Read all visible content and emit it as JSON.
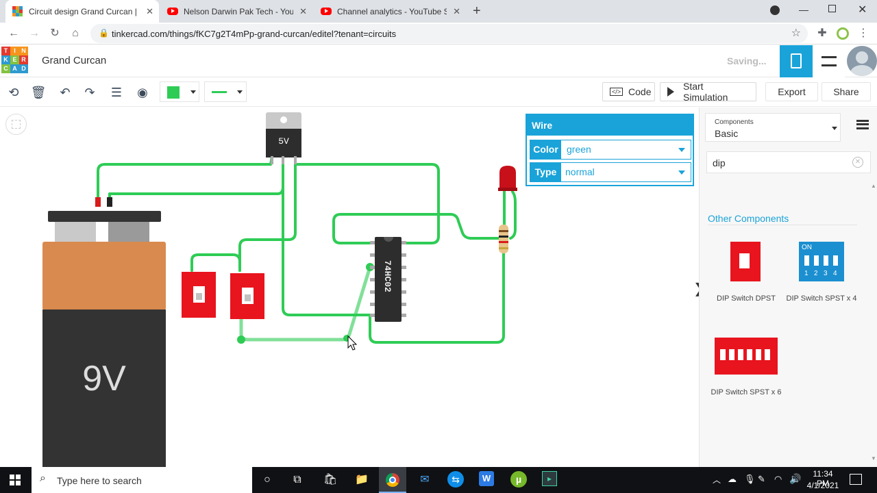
{
  "browser": {
    "tabs": [
      {
        "title": "Circuit design Grand Curcan | Tin",
        "active": true
      },
      {
        "title": "Nelson Darwin Pak Tech - YouTub",
        "active": false
      },
      {
        "title": "Channel analytics - YouTube Stud",
        "active": false
      }
    ],
    "new_tab": "+",
    "url": "tinkercad.com/things/fKC7g2T4mPp-grand-curcan/editel?tenant=circuits"
  },
  "app": {
    "logo_letters": [
      "T",
      "I",
      "N",
      "K",
      "E",
      "R",
      "C",
      "A",
      "D"
    ],
    "title": "Grand Curcan",
    "status": "Saving...",
    "toolbar": {
      "code_label": "Code",
      "sim_label": "Start Simulation",
      "export_label": "Export",
      "share_label": "Share"
    }
  },
  "wire_panel": {
    "title": "Wire",
    "color_label": "Color",
    "color_value": "green",
    "type_label": "Type",
    "type_value": "normal"
  },
  "components": {
    "category_caption": "Components",
    "category_value": "Basic",
    "search_value": "dip",
    "section_title": "Other Components",
    "items": [
      {
        "name": "DIP Switch DPST"
      },
      {
        "name": "DIP Switch SPST x 4"
      },
      {
        "name": "DIP Switch SPST x 6"
      }
    ],
    "spst4_on": "ON",
    "spst4_numbers": [
      "1",
      "2",
      "3",
      "4"
    ]
  },
  "circuit": {
    "regulator_label": "5V",
    "battery_label": "9V",
    "chip_label": "74HC02"
  },
  "taskbar": {
    "search_placeholder": "Type here to search",
    "time": "11:34 PM",
    "date": "4/1/2021"
  },
  "colors": {
    "wire": "#2ecc55",
    "accent": "#1aa3d9",
    "switch_red": "#e8141e",
    "battery_orange": "#d98a4e"
  }
}
